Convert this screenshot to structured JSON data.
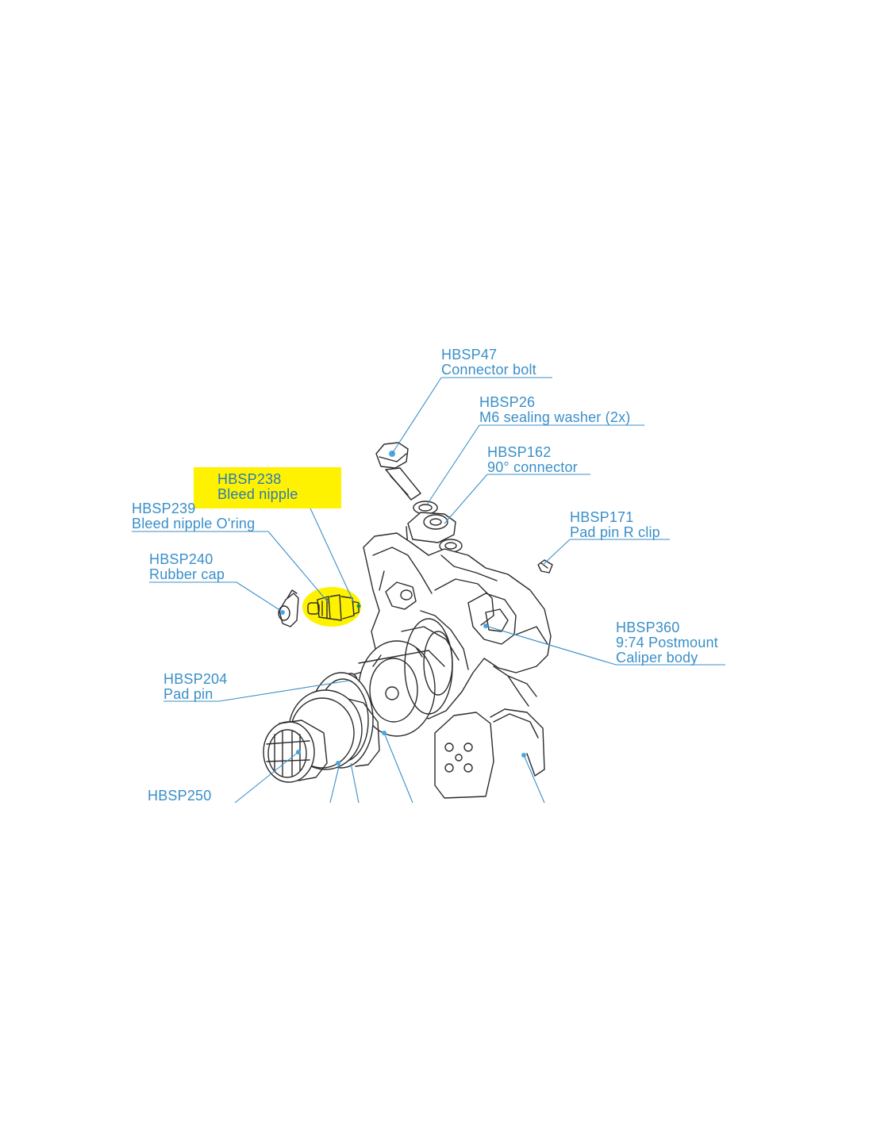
{
  "colors": {
    "label": "#3a8fc8",
    "leader": "#3a8fc8",
    "outline": "#2b2b2b",
    "highlight": "#fff200",
    "highlight_text": "#2a7ab8"
  },
  "parts": [
    {
      "id": "hbsp47",
      "code": "HBSP47",
      "name": "Connector bolt",
      "highlighted": false
    },
    {
      "id": "hbsp26",
      "code": "HBSP26",
      "name": "M6 sealing washer (2x)",
      "highlighted": false
    },
    {
      "id": "hbsp162",
      "code": "HBSP162",
      "name": "90° connector",
      "highlighted": false
    },
    {
      "id": "hbsp238",
      "code": "HBSP238",
      "name": "Bleed nipple",
      "highlighted": true
    },
    {
      "id": "hbsp239",
      "code": "HBSP239",
      "name": "Bleed nipple O'ring",
      "highlighted": false
    },
    {
      "id": "hbsp171",
      "code": "HBSP171",
      "name": "Pad pin R clip",
      "highlighted": false
    },
    {
      "id": "hbsp240",
      "code": "HBSP240",
      "name": "Rubber cap",
      "highlighted": false
    },
    {
      "id": "hbsp360",
      "code": "HBSP360",
      "name": "9:74 Postmount",
      "name2": "Caliper body",
      "highlighted": false
    },
    {
      "id": "hbsp204",
      "code": "HBSP204",
      "name": "Pad pin",
      "highlighted": false
    },
    {
      "id": "hbsp250",
      "code": "HBSP250",
      "name": "",
      "highlighted": false
    }
  ]
}
